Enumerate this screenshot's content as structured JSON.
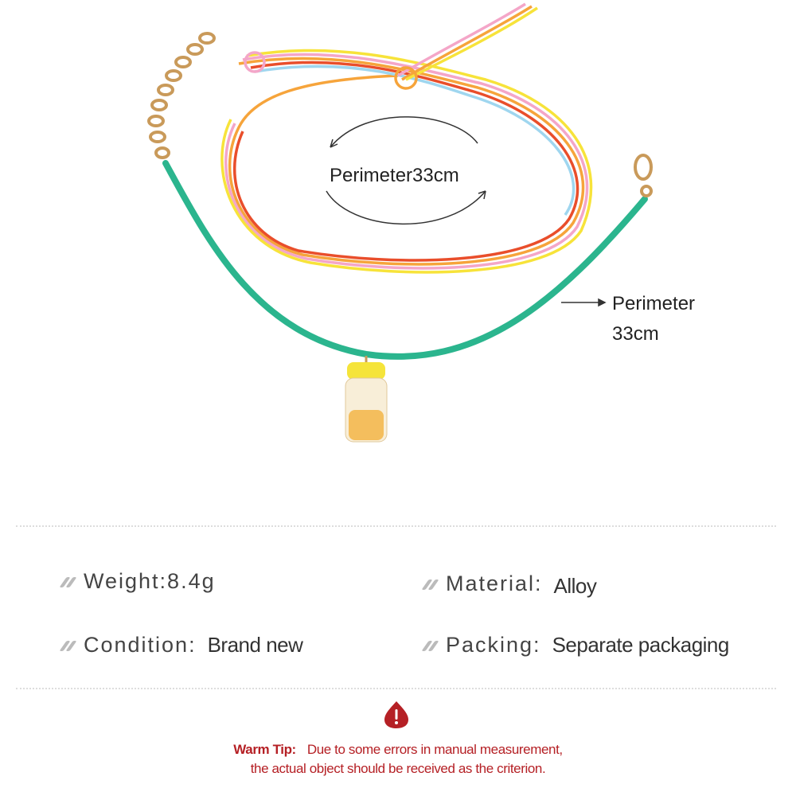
{
  "annotations": {
    "upper_bracelet": "Perimeter33cm",
    "lower_bracelet_line1": "Perimeter",
    "lower_bracelet_line2": "33cm"
  },
  "specs": [
    {
      "key": "Weight:",
      "value": "8.4g"
    },
    {
      "key": "Material:",
      "value": "Alloy"
    },
    {
      "key": "Condition:",
      "value": "Brand new"
    },
    {
      "key": "Packing:",
      "value": "Separate packaging"
    }
  ],
  "warm_tip": {
    "label": "Warm Tip:",
    "line1": "Due to some errors in manual measurement,",
    "line2": "the actual object should be received as the criterion."
  },
  "colors": {
    "accent": "#b52025",
    "cord": "#2bb58e"
  }
}
